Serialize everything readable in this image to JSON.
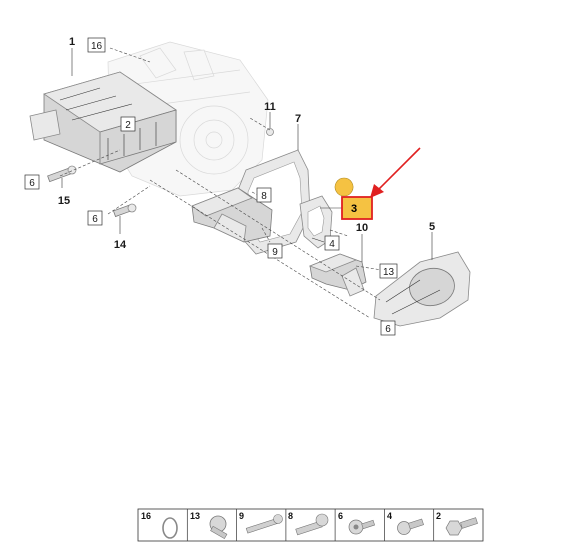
{
  "callouts": [
    {
      "id": "c1",
      "text": "1",
      "boxed": false
    },
    {
      "id": "c16",
      "text": "16",
      "boxed": true
    },
    {
      "id": "c2",
      "text": "2",
      "boxed": true
    },
    {
      "id": "c11",
      "text": "11",
      "boxed": false
    },
    {
      "id": "c7",
      "text": "7",
      "boxed": false
    },
    {
      "id": "c6a",
      "text": "6",
      "boxed": true
    },
    {
      "id": "c15",
      "text": "15",
      "boxed": false
    },
    {
      "id": "c8",
      "text": "8",
      "boxed": true
    },
    {
      "id": "c3",
      "text": "3",
      "boxed": true,
      "highlighted": true
    },
    {
      "id": "c6b",
      "text": "6",
      "boxed": true
    },
    {
      "id": "c14",
      "text": "14",
      "boxed": false
    },
    {
      "id": "c10",
      "text": "10",
      "boxed": false
    },
    {
      "id": "c5",
      "text": "5",
      "boxed": false
    },
    {
      "id": "c4",
      "text": "4",
      "boxed": true
    },
    {
      "id": "c9",
      "text": "9",
      "boxed": true
    },
    {
      "id": "c13",
      "text": "13",
      "boxed": true
    },
    {
      "id": "c6c",
      "text": "6",
      "boxed": true
    }
  ],
  "fastener_strip": [
    {
      "text": "16",
      "icon": "o-ring-icon"
    },
    {
      "text": "13",
      "icon": "round-head-bolt-icon"
    },
    {
      "text": "9",
      "icon": "long-bolt-icon"
    },
    {
      "text": "8",
      "icon": "flange-bolt-icon"
    },
    {
      "text": "6",
      "icon": "socket-bolt-icon"
    },
    {
      "text": "4",
      "icon": "short-bolt-icon"
    },
    {
      "text": "2",
      "icon": "hex-flange-bolt-icon"
    }
  ],
  "colors": {
    "highlight_fill": "#f5c242",
    "highlight_border": "#e02020",
    "arrow": "#e02020"
  }
}
